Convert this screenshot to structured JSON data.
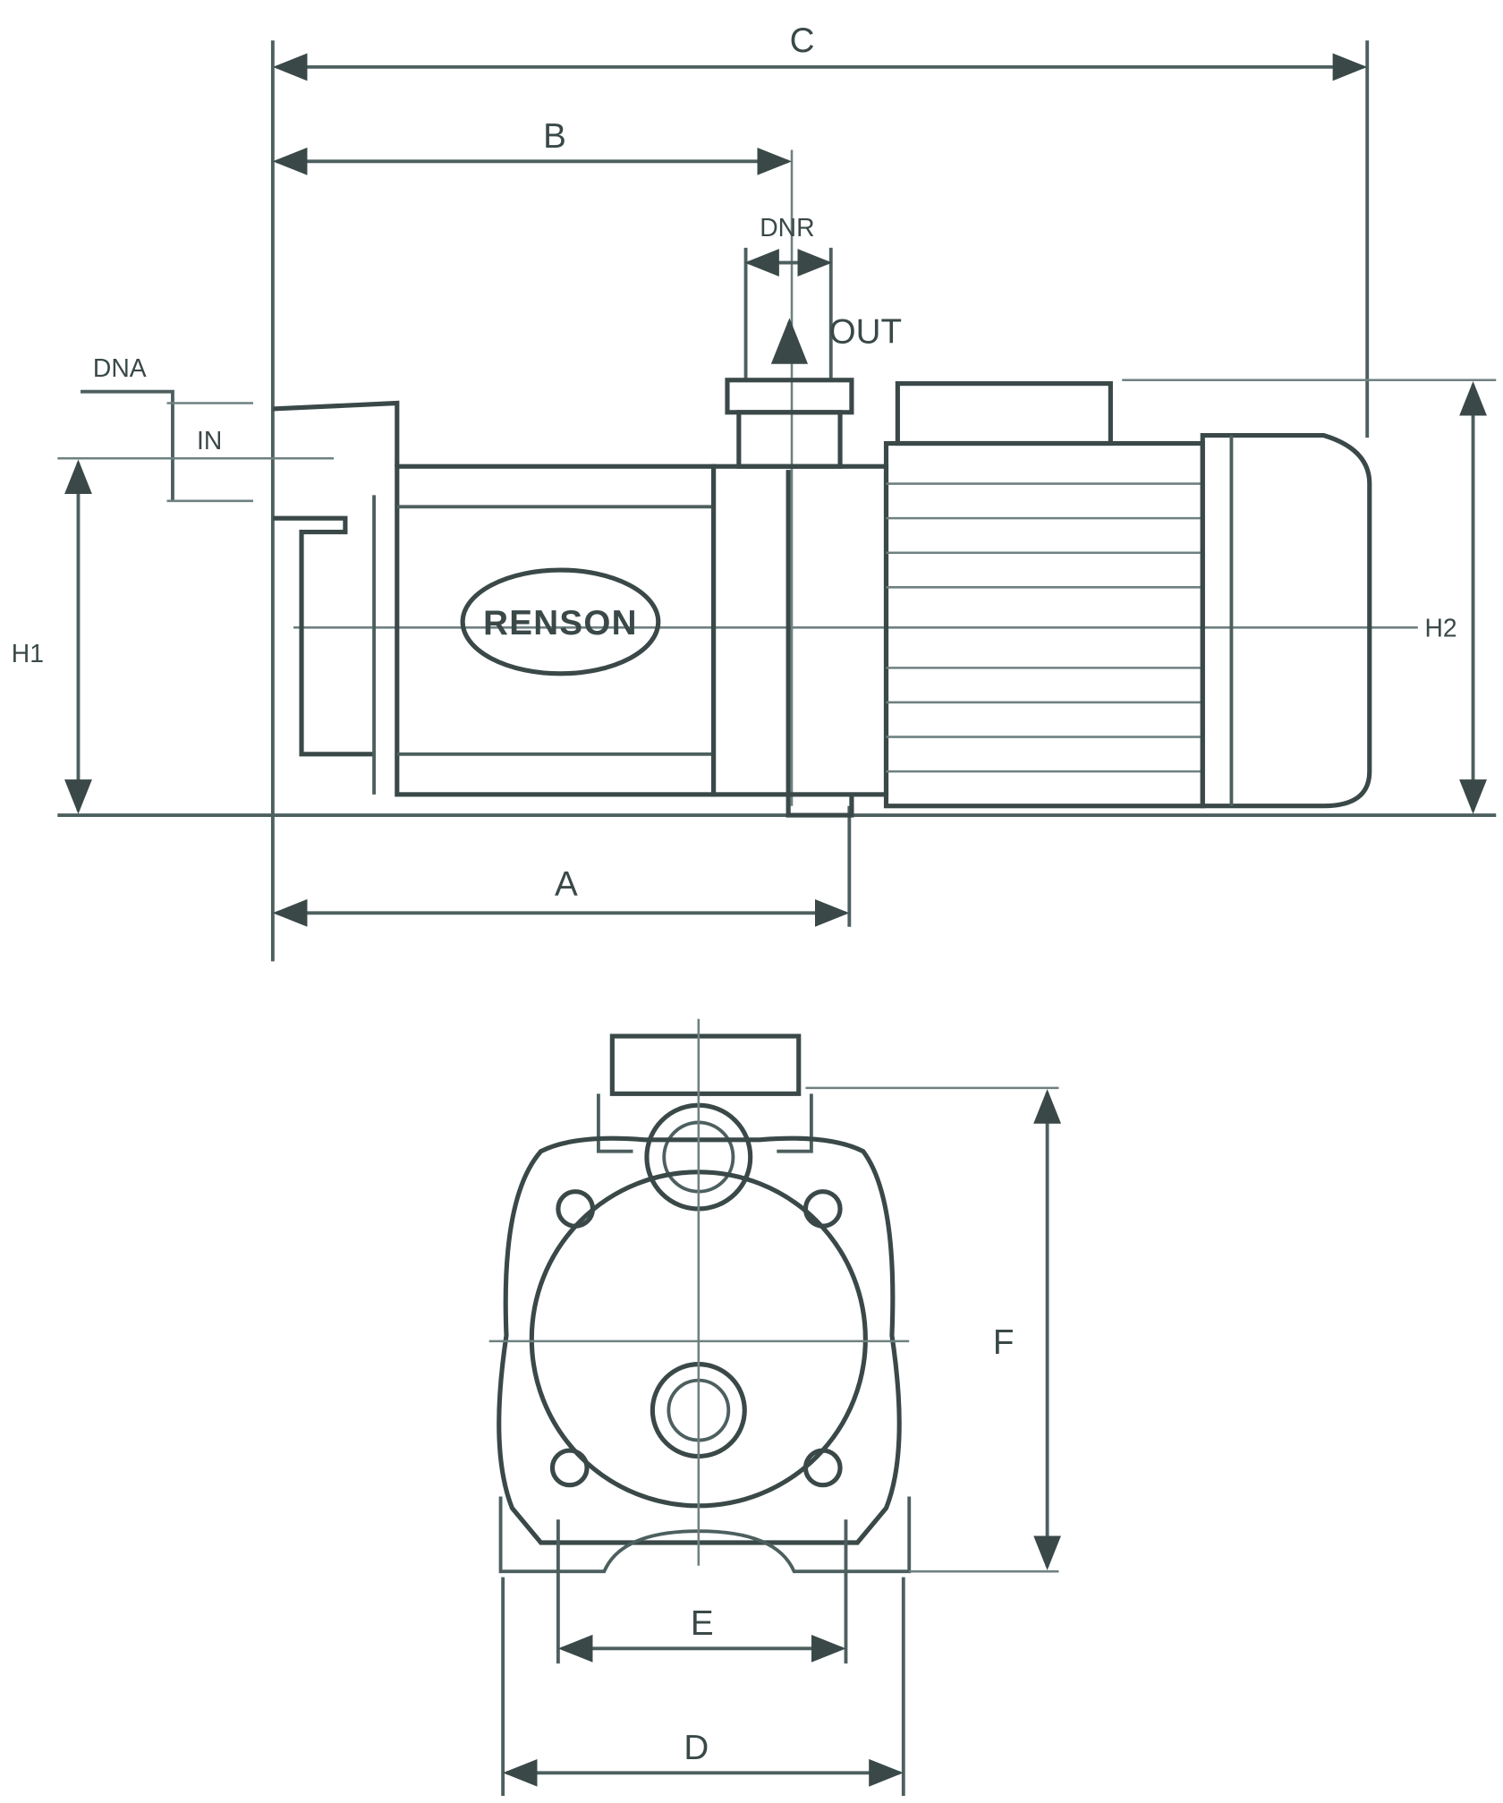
{
  "side_view": {
    "dimension_labels": {
      "C": "C",
      "B": "B",
      "A": "A",
      "H1": "H1",
      "H2": "H2",
      "DNR": "DNR",
      "DNA": "DNA"
    },
    "outlet_label": "OUT",
    "inlet_label": "IN",
    "brand": "RENSON"
  },
  "front_view": {
    "dimension_labels": {
      "F": "F",
      "E": "E",
      "D": "D"
    }
  },
  "colors": {
    "line": "#4d5f5f",
    "background": "#ffffff"
  }
}
